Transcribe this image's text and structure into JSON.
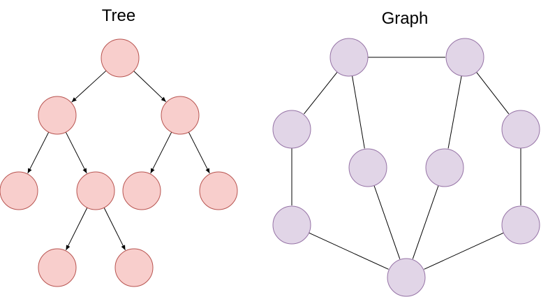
{
  "tree": {
    "title": "Tree",
    "node_color": "#f8cecc",
    "stroke_color": "#b85450",
    "nodes": [
      "root",
      "l1a",
      "l1b",
      "l2a",
      "l2b",
      "l2c",
      "l2d",
      "l3a",
      "l3b"
    ],
    "edges": [
      [
        "root",
        "l1a"
      ],
      [
        "root",
        "l1b"
      ],
      [
        "l1a",
        "l2a"
      ],
      [
        "l1a",
        "l2b"
      ],
      [
        "l1b",
        "l2c"
      ],
      [
        "l1b",
        "l2d"
      ],
      [
        "l2b",
        "l3a"
      ],
      [
        "l2b",
        "l3b"
      ]
    ]
  },
  "graph": {
    "title": "Graph",
    "node_color": "#e1d5e7",
    "stroke_color": "#9673a6",
    "nodes": [
      "tl",
      "tr",
      "ml",
      "mr",
      "il",
      "ir",
      "bl",
      "br",
      "bottom"
    ],
    "edges": [
      [
        "tl",
        "tr"
      ],
      [
        "tl",
        "ml"
      ],
      [
        "tl",
        "il"
      ],
      [
        "tr",
        "ir"
      ],
      [
        "tr",
        "mr"
      ],
      [
        "ml",
        "bl"
      ],
      [
        "mr",
        "br"
      ],
      [
        "bl",
        "bottom"
      ],
      [
        "il",
        "bottom"
      ],
      [
        "ir",
        "bottom"
      ],
      [
        "br",
        "bottom"
      ]
    ]
  }
}
